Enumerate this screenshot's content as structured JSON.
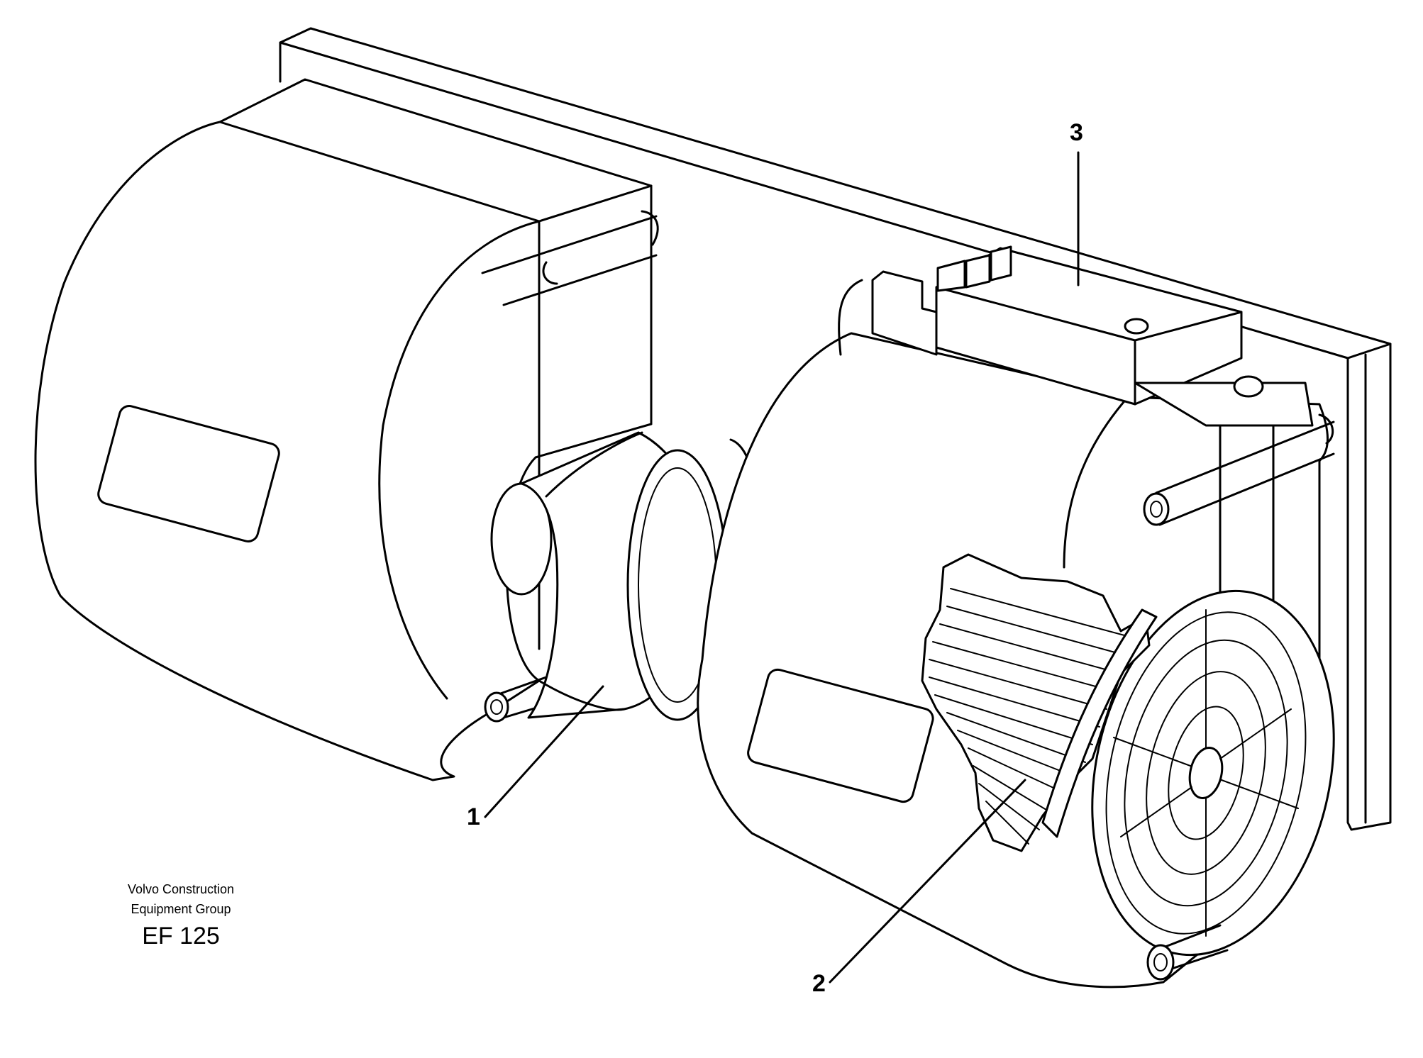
{
  "callouts": {
    "one": "1",
    "two": "2",
    "three": "3"
  },
  "credit": {
    "line1": "Volvo Construction",
    "line2": "Equipment Group",
    "code": "EF 125"
  }
}
